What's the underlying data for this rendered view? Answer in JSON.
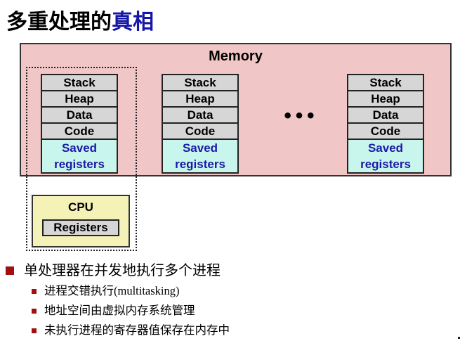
{
  "title": {
    "main": "多重处理的",
    "highlight": "真相"
  },
  "memory": {
    "label": "Memory",
    "ellipsis": "•••",
    "processes": [
      {
        "segments": [
          "Stack",
          "Heap",
          "Data",
          "Code"
        ],
        "saved": [
          "Saved",
          "registers"
        ]
      },
      {
        "segments": [
          "Stack",
          "Heap",
          "Data",
          "Code"
        ],
        "saved": [
          "Saved",
          "registers"
        ]
      },
      {
        "segments": [
          "Stack",
          "Heap",
          "Data",
          "Code"
        ],
        "saved": [
          "Saved",
          "registers"
        ]
      }
    ]
  },
  "cpu": {
    "label": "CPU",
    "registers": "Registers"
  },
  "bullets": {
    "main": "单处理器在并发地执行多个进程",
    "sub": [
      {
        "text": "进程交错执行",
        "latin": "(multitasking)"
      },
      {
        "text": "地址空间由虚拟内存系统管理",
        "latin": ""
      },
      {
        "text": "未执行进程的寄存器值保存在内存中",
        "latin": ""
      }
    ]
  },
  "colors": {
    "memory_bg": "#f0c6c6",
    "segment_bg": "#d6d6d6",
    "saved_bg": "#c8f5ec",
    "saved_text": "#1a1aa8",
    "cpu_bg": "#f5f2b8",
    "bullet": "#a01010",
    "title_highlight": "#1515a8"
  }
}
